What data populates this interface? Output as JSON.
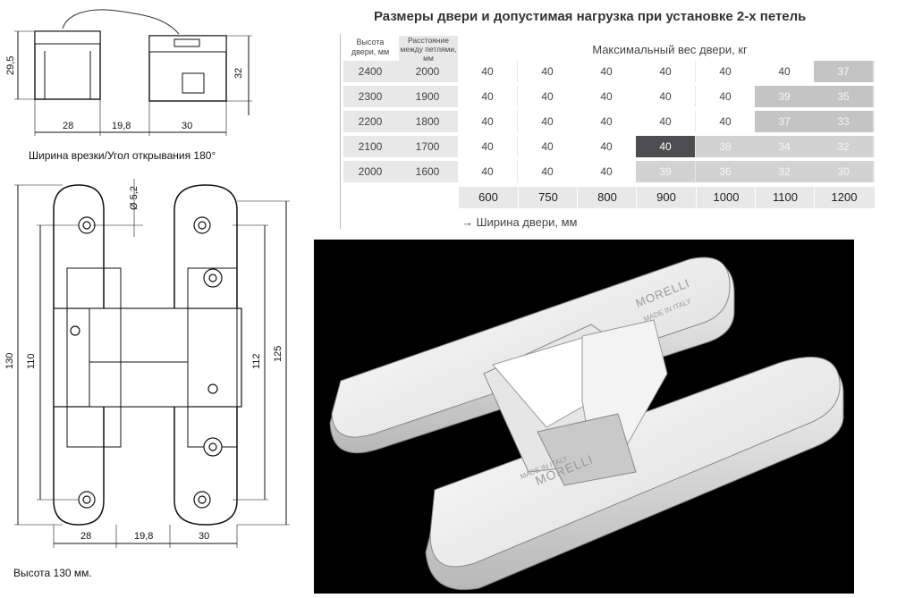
{
  "top_view": {
    "dims": {
      "height_left": "29,5",
      "height_right": "32",
      "w1": "28",
      "w2": "19,8",
      "w3": "30"
    },
    "caption": "Ширина врезки/Угол открывания 180°"
  },
  "front_view": {
    "dims": {
      "hole": "Ø 5,2",
      "h130": "130",
      "h110": "110",
      "h112": "112",
      "h125": "125",
      "w1": "28",
      "w2": "19,8",
      "w3": "30"
    },
    "caption": "Высота 130 мм."
  },
  "table": {
    "title": "Размеры двери и допустимая нагрузка при установке 2-х петель",
    "col_head_height": "Высота двери, мм",
    "col_head_distance": "Расстояние между петлями, мм",
    "max_weight_label": "Максимальный вес двери, кг",
    "rows": [
      {
        "height": "2400",
        "distance": "2000",
        "values": [
          "40",
          "40",
          "40",
          "40",
          "40",
          "40",
          "37"
        ]
      },
      {
        "height": "2300",
        "distance": "1900",
        "values": [
          "40",
          "40",
          "40",
          "40",
          "40",
          "39",
          "35"
        ]
      },
      {
        "height": "2200",
        "distance": "1800",
        "values": [
          "40",
          "40",
          "40",
          "40",
          "40",
          "37",
          "33"
        ]
      },
      {
        "height": "2100",
        "distance": "1700",
        "values": [
          "40",
          "40",
          "40",
          "40",
          "38",
          "34",
          "32"
        ]
      },
      {
        "height": "2000",
        "distance": "1600",
        "values": [
          "40",
          "40",
          "40",
          "39",
          "36",
          "32",
          "30"
        ]
      }
    ],
    "widths": [
      "600",
      "750",
      "800",
      "900",
      "1000",
      "1100",
      "1200"
    ],
    "width_label": "→ Ширина двери, мм",
    "colors": {
      "header_gray": "#e8e8e8",
      "light_gray": "#c4c4c4",
      "mid_gray": "#d2d2d2",
      "dark_highlight": "#4d4d4f",
      "cell_bg": "#ffffff"
    }
  },
  "photo": {
    "brand_top": "MORELLI",
    "made_top": "MADE IN ITALY",
    "brand_bottom": "MORELLI",
    "made_bottom": "MADE IN ITALY"
  }
}
